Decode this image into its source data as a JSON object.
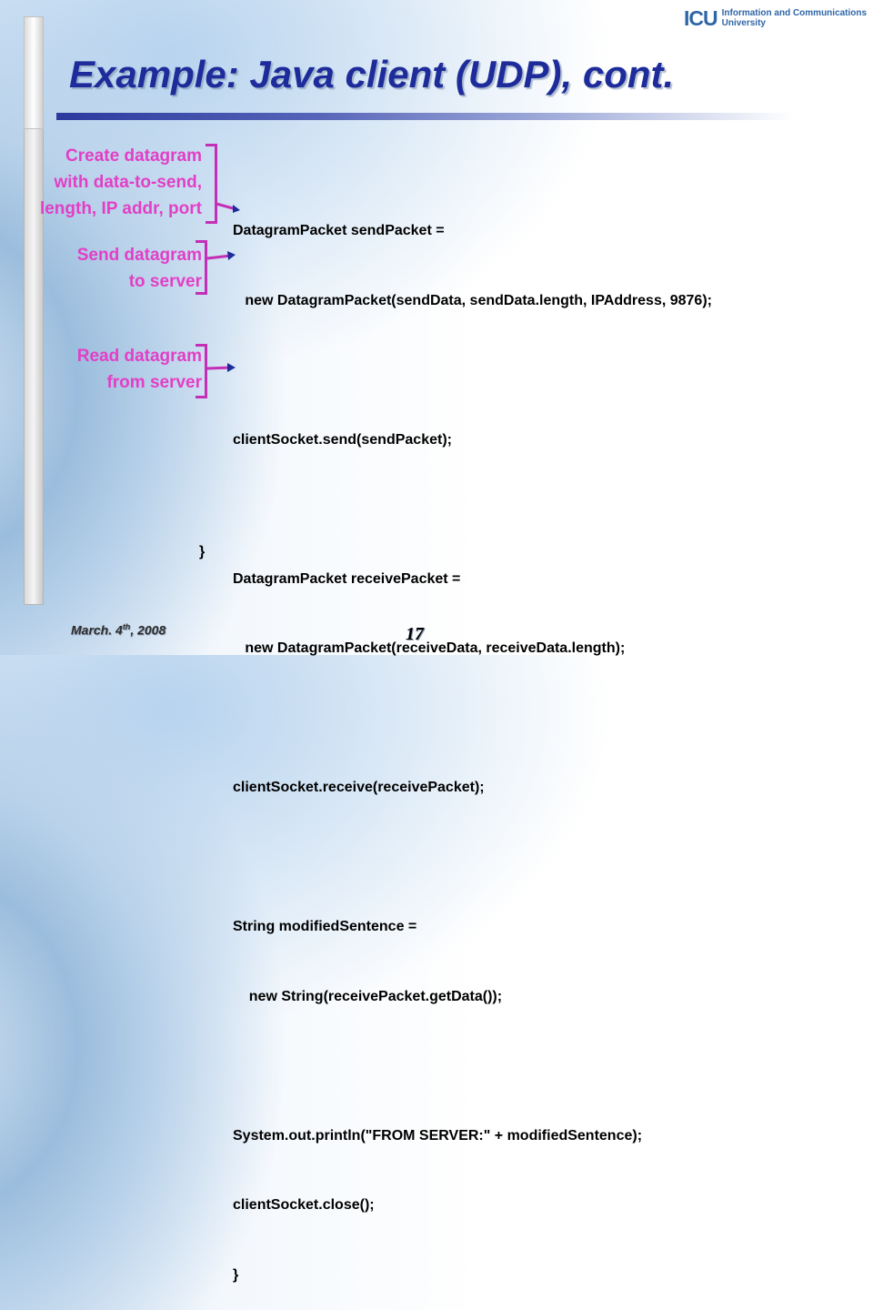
{
  "logo": {
    "mark": "ICU",
    "line1": "Information and Communications",
    "line2": "University"
  },
  "title": "Example: Java client (UDP), cont.",
  "annotations": [
    {
      "lines": [
        "Create datagram",
        "with data-to-send,",
        "length, IP addr, port"
      ]
    },
    {
      "lines": [
        "Send datagram",
        "to server"
      ]
    },
    {
      "lines": [
        "Read datagram",
        "from server"
      ]
    }
  ],
  "code_lines": [
    "DatagramPacket sendPacket =",
    "   new DatagramPacket(sendData, sendData.length, IPAddress, 9876);",
    "",
    "clientSocket.send(sendPacket);",
    "",
    "DatagramPacket receivePacket =",
    "   new DatagramPacket(receiveData, receiveData.length);",
    "",
    "clientSocket.receive(receivePacket);",
    "",
    "String modifiedSentence =",
    "    new String(receivePacket.getData());",
    "",
    "System.out.println(\"FROM SERVER:\" + modifiedSentence);",
    "clientSocket.close();",
    "}"
  ],
  "closing_brace": "}",
  "footer": {
    "date_prefix": "March. 4",
    "date_sup": "th",
    "date_suffix": ", 2008",
    "page_number": "17"
  },
  "colors": {
    "title": "#1d2c9a",
    "annotation_text": "#e23fc6",
    "bracket": "#c32fb6",
    "logo": "#2f66a6"
  }
}
